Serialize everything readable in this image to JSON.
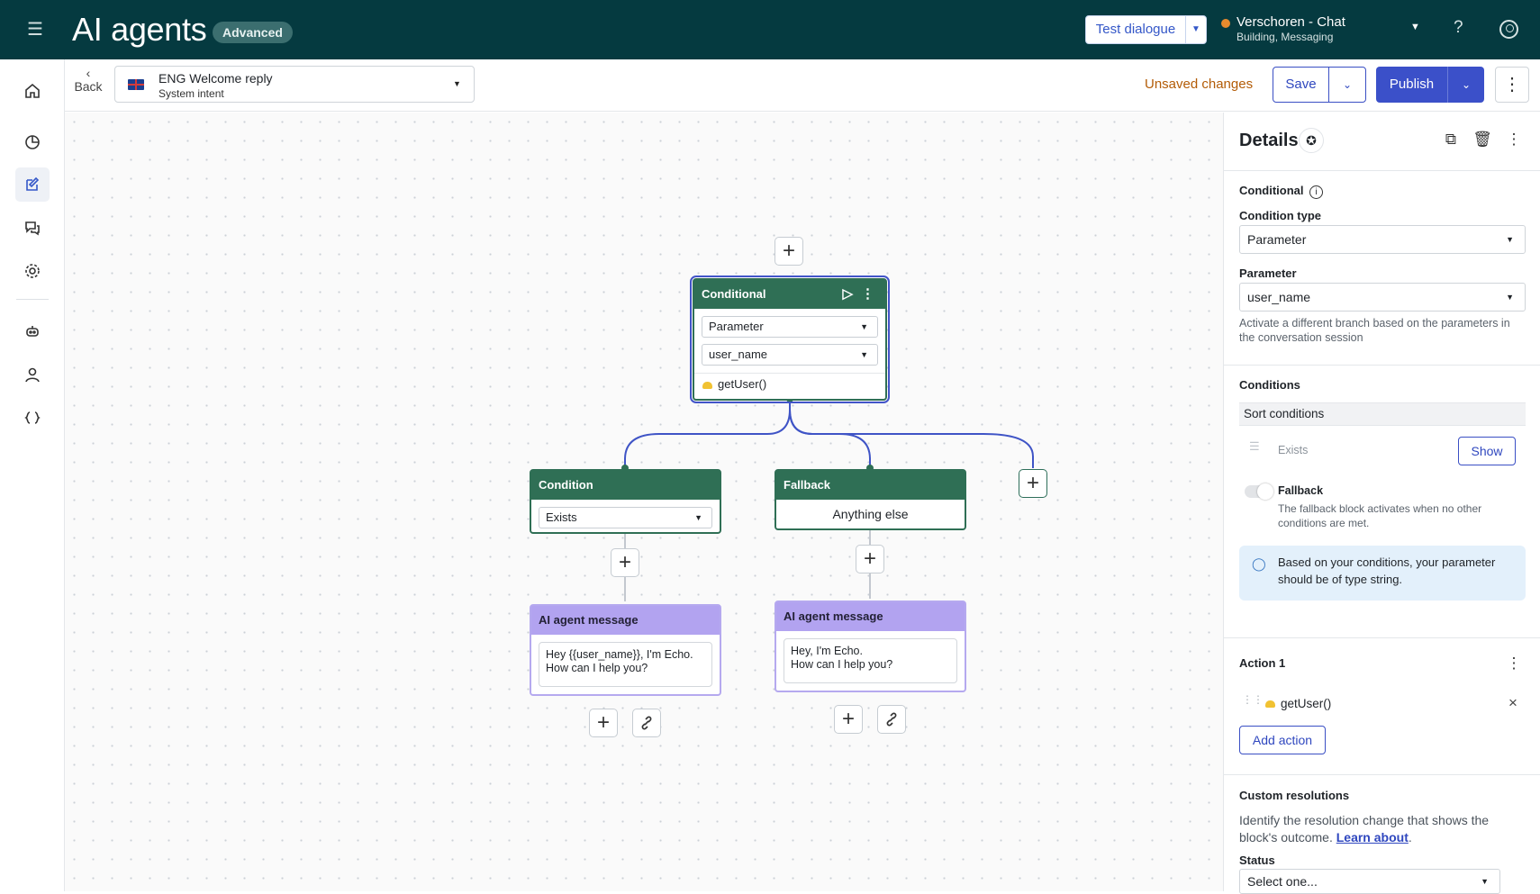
{
  "topbar": {
    "app_title": "AI agents",
    "badge": "Advanced",
    "test_dialogue": "Test dialogue",
    "workspace_name": "Verschoren - Chat",
    "workspace_sub": "Building, Messaging",
    "help": "?"
  },
  "subbar": {
    "back": "Back",
    "intent_name": "ENG Welcome reply",
    "intent_type": "System intent",
    "unsaved": "Unsaved changes",
    "save": "Save",
    "publish": "Publish"
  },
  "canvas": {
    "conditional": {
      "title": "Conditional",
      "condition_type": "Parameter",
      "parameter": "user_name",
      "action": "getUser()"
    },
    "condition_node": {
      "title": "Condition",
      "operator": "Exists"
    },
    "fallback_node": {
      "title": "Fallback",
      "text": "Anything else"
    },
    "message_left": {
      "title": "AI agent message",
      "line1": "Hey {{user_name}}, I'm Echo.",
      "line2": "How can I help you?"
    },
    "message_right": {
      "title": "AI agent message",
      "line1": "Hey, I'm Echo.",
      "line2": "How can I help you?"
    }
  },
  "panel": {
    "title": "Details",
    "section_title": "Conditional",
    "condition_type_label": "Condition type",
    "condition_type_value": "Parameter",
    "parameter_label": "Parameter",
    "parameter_value": "user_name",
    "parameter_help": "Activate a different branch based on the parameters in the conversation session",
    "conditions_label": "Conditions",
    "sort_conditions": "Sort conditions",
    "exists": "Exists",
    "show": "Show",
    "fallback_label": "Fallback",
    "fallback_help": "The fallback block activates when no other conditions are met.",
    "info_text": "Based on your conditions, your parameter should be of type string.",
    "action_label": "Action 1",
    "action_value": "getUser()",
    "add_action": "Add action",
    "custom_res_label": "Custom resolutions",
    "custom_res_help": "Identify the resolution change that shows the block's outcome.",
    "learn_about": "Learn about",
    "status_label": "Status",
    "status_placeholder": "Select one..."
  },
  "colors": {
    "topbar": "#053a40",
    "node_green": "#2f6f55",
    "node_purple": "#b2a3f0",
    "primary": "#3b50c9",
    "unsaved": "#b35c07"
  }
}
